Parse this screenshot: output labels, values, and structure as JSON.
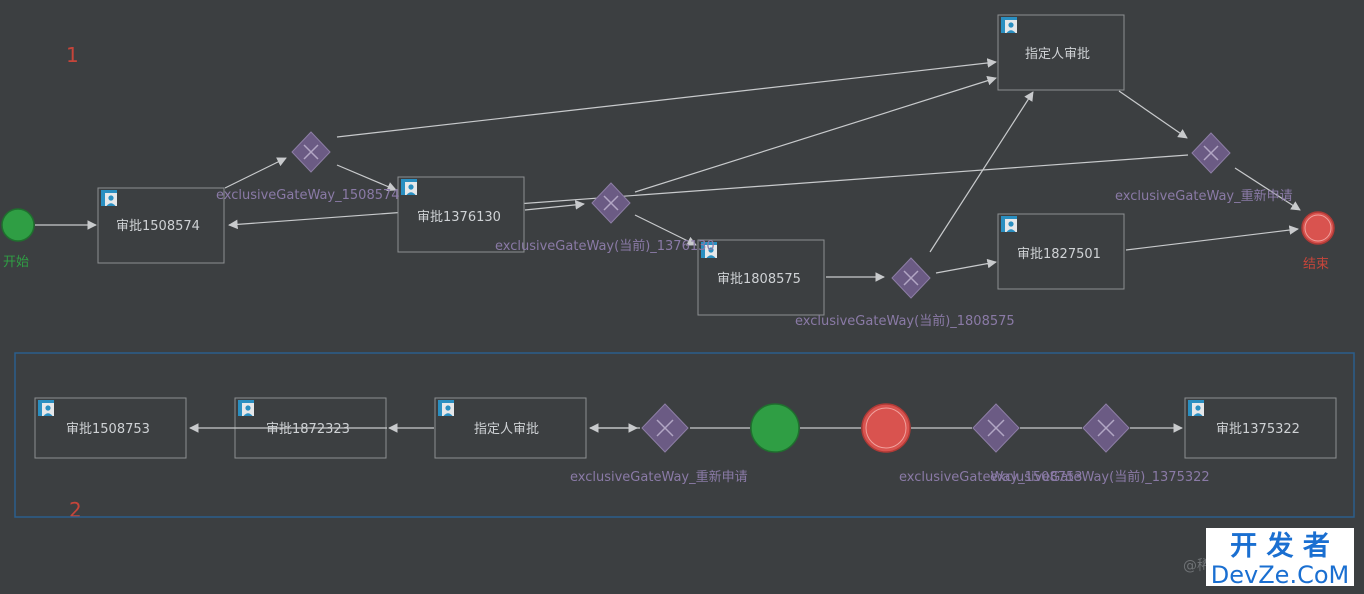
{
  "colors": {
    "background": "#3c3f41",
    "task_border": "#8c8f91",
    "flow": "#c8cacc",
    "gateway_fill": "#6b5b84",
    "start_event": "#2f9e44",
    "end_event": "#d9534f",
    "section_label": "#c6453a",
    "lane_border": "#2b5f8c",
    "watermark_blue": "#1a6fd1"
  },
  "section_labels": [
    "1",
    "2"
  ],
  "diagram1": {
    "start_label": "开始",
    "end_label": "结束",
    "tasks": {
      "t1508574": "审批1508574",
      "t1376130": "审批1376130",
      "t1808575": "审批1808575",
      "t1827501": "审批1827501",
      "tdesig": "指定人审批"
    },
    "gateways": {
      "g1": "exclusiveGateWay_1508574",
      "g2": "exclusiveGateWay(当前)_1376130",
      "g3": "exclusiveGateWay(当前)_1808575",
      "g4": "exclusiveGateWay_重新申请"
    }
  },
  "diagram2": {
    "tasks": {
      "a": "审批1508753",
      "b": "审批1872323",
      "c": "指定人审批",
      "d": "审批1375322"
    },
    "gateway_labels": {
      "g1": "exclusiveGateWay_重新申请",
      "g2": "exclusiveGateWay_1508753",
      "g3": "exclusiveGateWay(当前)_1375322"
    }
  },
  "watermark": {
    "line1": "开 发 者",
    "line2": "DevZe.CoM",
    "at_text": "@稀"
  }
}
